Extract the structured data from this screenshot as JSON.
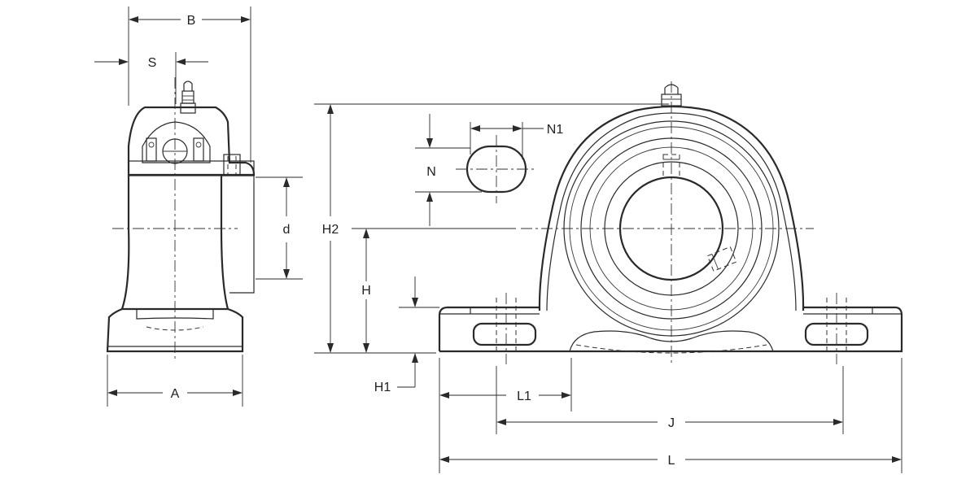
{
  "dimensions": {
    "B": "B",
    "S": "S",
    "d": "d",
    "A": "A",
    "H2": "H2",
    "H": "H",
    "H1": "H1",
    "N": "N",
    "N1": "N1",
    "L1": "L1",
    "J": "J",
    "L": "L"
  }
}
